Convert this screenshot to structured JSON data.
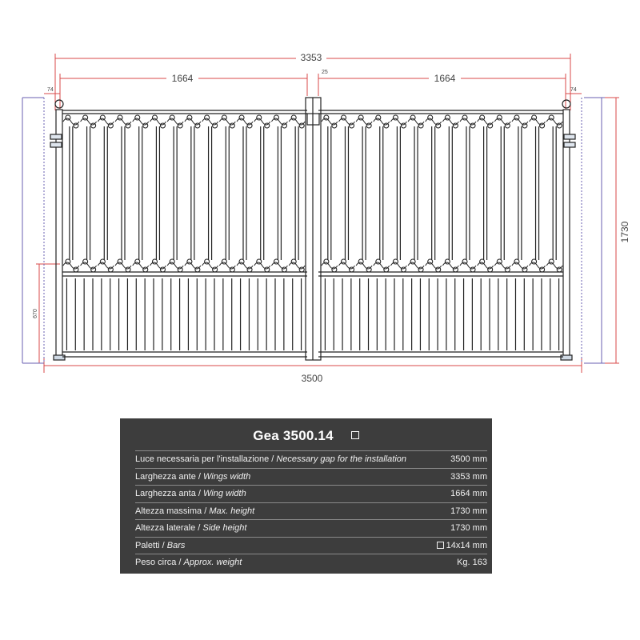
{
  "dimensions": {
    "overall_wings_width": "3353",
    "wing_width_left": "1664",
    "wing_width_right": "1664",
    "center_gap": "25",
    "post_left": "74",
    "post_right": "74",
    "total_height": "1730",
    "side_height": "670",
    "installation_gap": "3500"
  },
  "specs": {
    "title": "Gea 3500.14",
    "rows": [
      {
        "label": "Luce necessaria per l'installazione",
        "label_en": "Necessary gap for the installation",
        "value": "3500 mm"
      },
      {
        "label": "Larghezza ante",
        "label_en": "Wings width",
        "value": "3353 mm"
      },
      {
        "label": "Larghezza anta",
        "label_en": "Wing width",
        "value": "1664 mm"
      },
      {
        "label": "Altezza massima",
        "label_en": "Max. height",
        "value": "1730 mm"
      },
      {
        "label": "Altezza laterale",
        "label_en": "Side height",
        "value": "1730 mm"
      },
      {
        "label": "Paletti",
        "label_en": "Bars",
        "value": "14x14 mm"
      },
      {
        "label": "Peso circa",
        "label_en": "Approx. weight",
        "value": "Kg. 163"
      }
    ]
  },
  "colors": {
    "dimension_line": "#d94a4a",
    "dimension_line_blue": "#6a5fb0",
    "gate_line": "#222222",
    "panel_bg": "#3d3d3d"
  }
}
